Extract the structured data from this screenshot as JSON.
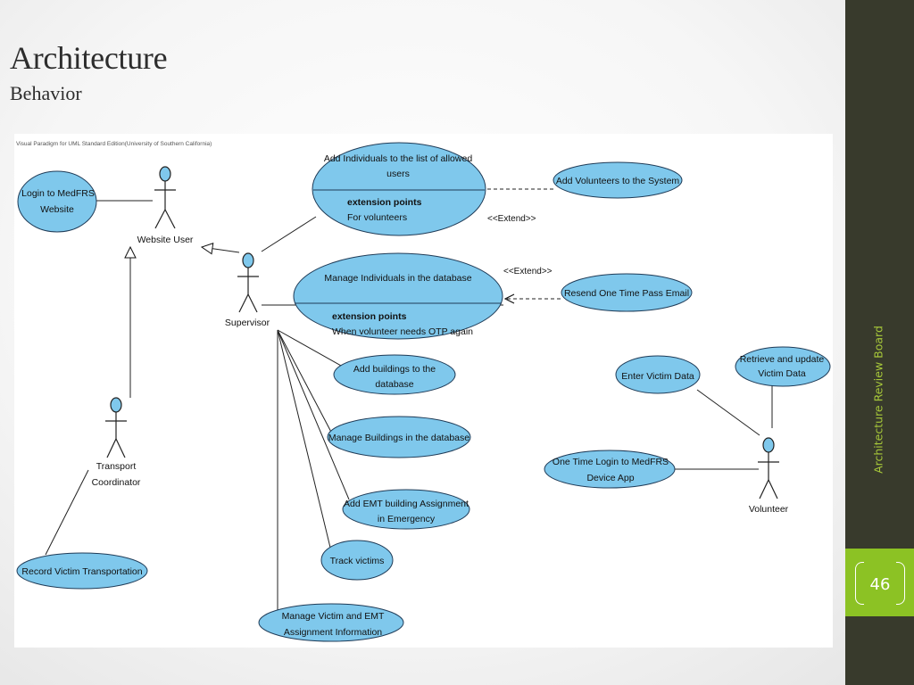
{
  "slide": {
    "title": "Architecture",
    "subtitle": "Behavior",
    "side_label": "Architecture Review Board",
    "page_number": "46"
  },
  "diagram": {
    "watermark": "Visual Paradigm for UML Standard Edition(University of Southern California)",
    "actors": {
      "website_user": "Website User",
      "supervisor": "Supervisor",
      "transport_line1": "Transport",
      "transport_line2": "Coordinator",
      "volunteer": "Volunteer"
    },
    "use_cases": {
      "login_line1": "Login to MedFRS",
      "login_line2": "Website",
      "add_individuals_line1": "Add Individuals to the list of allowed",
      "add_individuals_line2": "users",
      "add_individuals_ext_title": "extension points",
      "add_individuals_ext_point": "For volunteers",
      "add_volunteers": "Add Volunteers to the System",
      "manage_individuals": "Manage Individuals in the database",
      "manage_individuals_ext_title": "extension points",
      "manage_individuals_ext_point": "When volunteer needs OTP again",
      "resend_otp": "Resend One Time Pass Email",
      "add_buildings_line1": "Add buildings to the",
      "add_buildings_line2": "database",
      "manage_buildings": "Manage Buildings in the database",
      "add_emt_line1": "Add EMT building Assignment",
      "add_emt_line2": "in Emergency",
      "track_victims": "Track victims",
      "manage_victim_line1": "Manage Victim and EMT",
      "manage_victim_line2": "Assignment Information",
      "record_transport": "Record Victim Transportation",
      "enter_victim": "Enter Victim Data",
      "retrieve_line1": "Retrieve and update",
      "retrieve_line2": "Victim Data",
      "otl_line1": "One Time Login to MedFRS",
      "otl_line2": "Device App"
    },
    "extend_label_1": "<<Extend>>",
    "extend_label_2": "<<Extend>>"
  },
  "colors": {
    "use_case_fill": "#7fc8ec",
    "use_case_stroke": "#1f3b57",
    "sidebar": "#383a2c",
    "accent_green": "#8cc224",
    "side_text": "#a7c83a"
  }
}
